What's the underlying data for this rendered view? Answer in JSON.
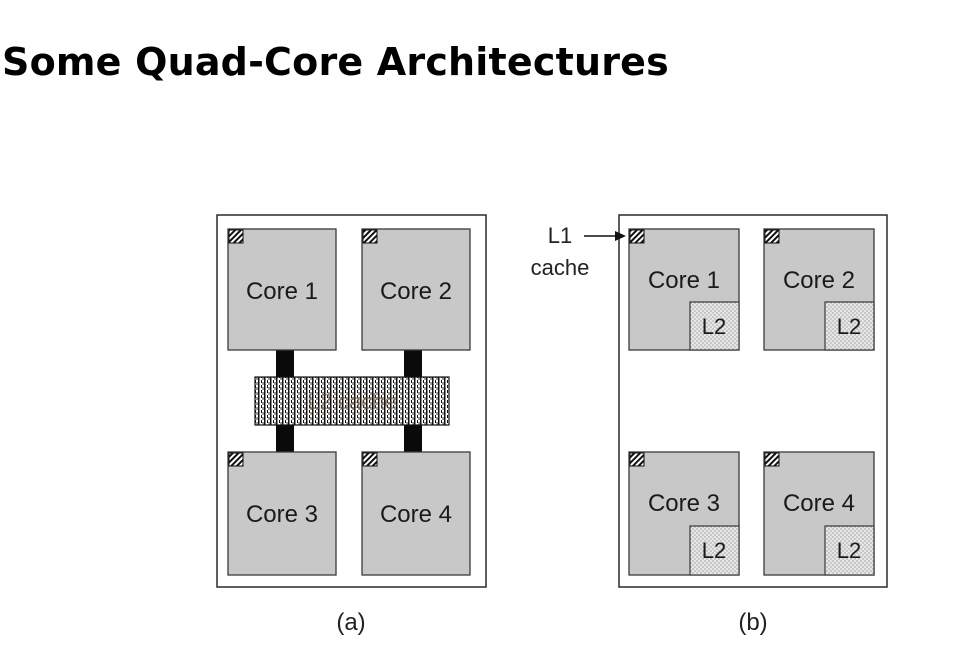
{
  "title": "Some Quad-Core Architectures",
  "diagram_a": {
    "caption": "(a)",
    "cores": [
      "Core 1",
      "Core 2",
      "Core 3",
      "Core 4"
    ],
    "shared_cache_label": "L2 cache"
  },
  "diagram_b": {
    "caption": "(b)",
    "cores": [
      "Core 1",
      "Core 2",
      "Core 3",
      "Core 4"
    ],
    "private_cache_label": "L2",
    "l1_label_line1": "L1",
    "l1_label_line2": "cache"
  }
}
